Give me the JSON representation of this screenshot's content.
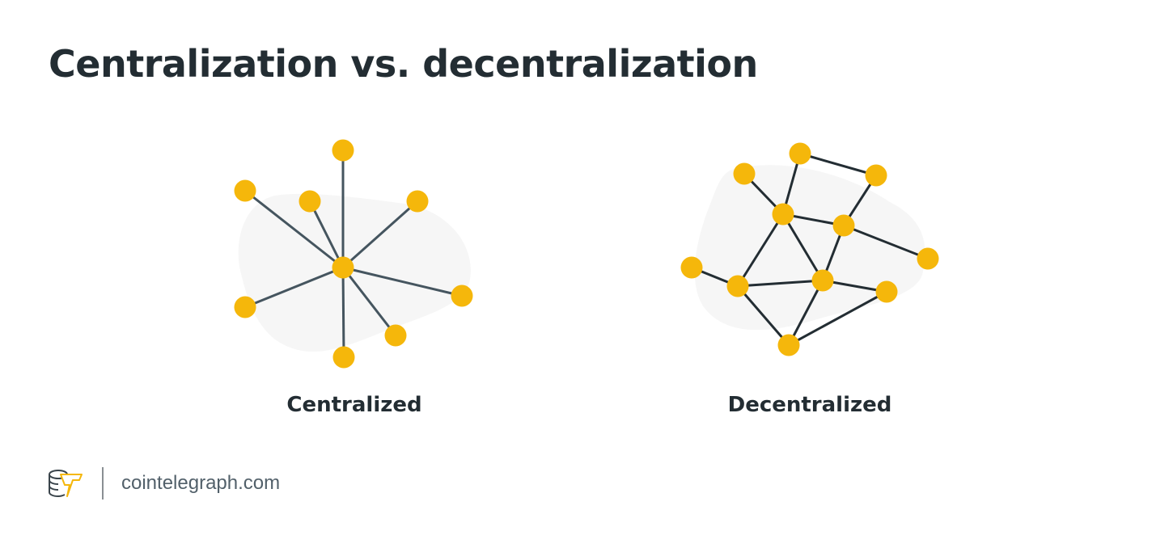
{
  "title": "Centralization vs. decentralization",
  "labels": {
    "centralized": "Centralized",
    "decentralized": "Decentralized"
  },
  "footer": {
    "site": "cointelegraph.com",
    "logo_icon": "cointelegraph-logo-icon"
  },
  "colors": {
    "node": "#f5b70b",
    "edge_central": "#45555f",
    "edge_decentral": "#232d33",
    "blob": "#f6f6f6",
    "text": "#232d33"
  }
}
